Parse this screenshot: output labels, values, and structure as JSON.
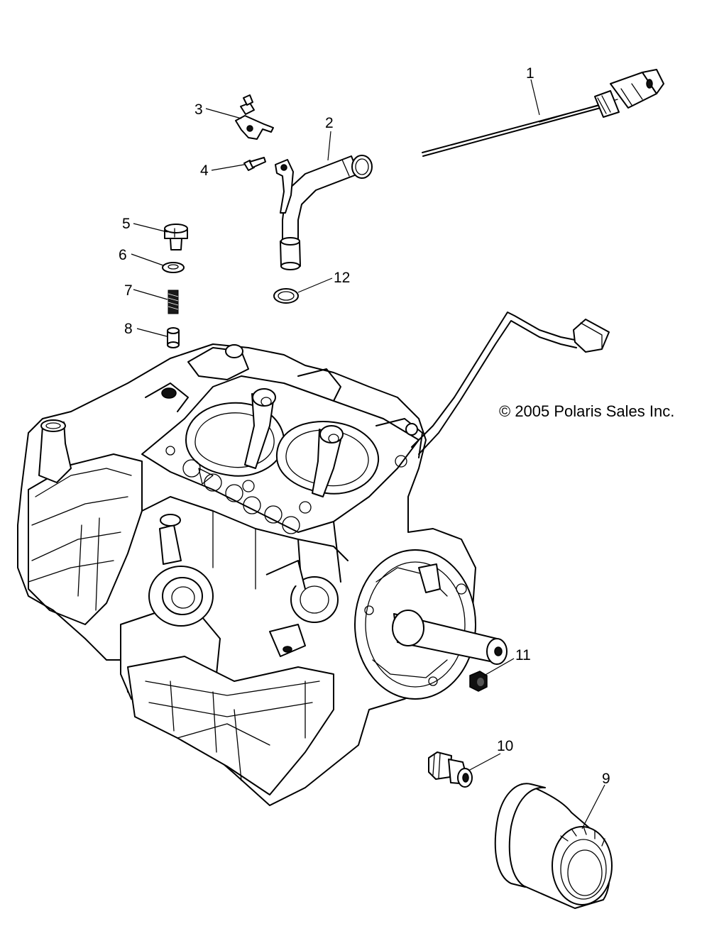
{
  "diagram": {
    "copyright": "© 2005 Polaris Sales Inc.",
    "callouts": [
      "1",
      "2",
      "3",
      "4",
      "5",
      "6",
      "7",
      "8",
      "9",
      "10",
      "11",
      "12"
    ]
  }
}
